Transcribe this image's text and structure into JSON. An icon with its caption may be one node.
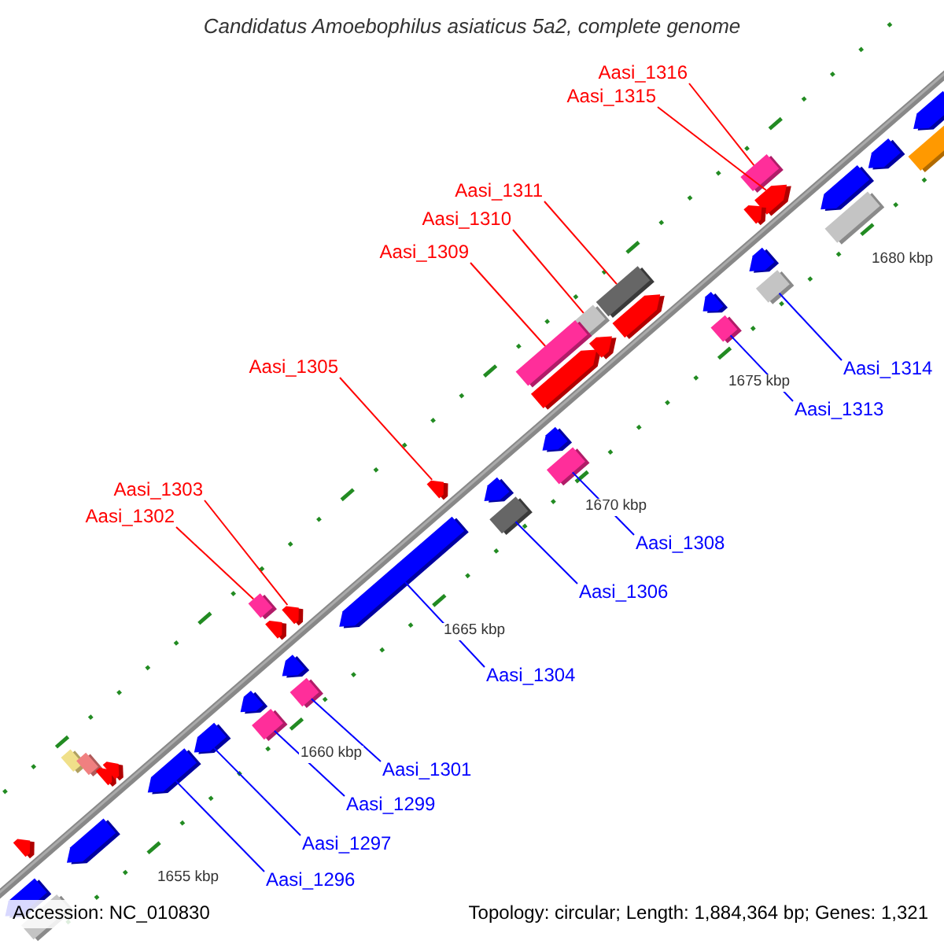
{
  "diagram": {
    "title": "Candidatus Amoebophilus asiaticus 5a2, complete genome",
    "nodes": [
      {
        "text": [
          "Aasi_1316"
        ]
      },
      {
        "text": [
          "Aasi_1315"
        ]
      },
      {
        "text": [
          "Aasi_1311"
        ]
      },
      {
        "text": [
          "Aasi_1310"
        ]
      },
      {
        "text": [
          "Aasi_1309"
        ]
      },
      {
        "text": [
          "Aasi_1314"
        ]
      },
      {
        "text": [
          "Aasi_1313"
        ]
      },
      {
        "text": [
          "Aasi_1305"
        ]
      },
      {
        "text": [
          "Aasi_1308"
        ]
      },
      {
        "text": [
          "Aasi_1303"
        ]
      },
      {
        "text": [
          "Aasi_1302"
        ]
      },
      {
        "text": [
          "Aasi_1306"
        ]
      },
      {
        "text": [
          "Aasi_1304"
        ]
      },
      {
        "text": [
          "Aasi_1301"
        ]
      },
      {
        "text": [
          "Aasi_1299"
        ]
      },
      {
        "text": [
          "Aasi_1297"
        ]
      },
      {
        "text": [
          "Aasi_1296"
        ]
      },
      {
        "text": [],
        "shape": "box"
      },
      {
        "text": [],
        "shape": "pentagon"
      },
      {
        "text": [],
        "shape": "box"
      },
      {
        "text": [],
        "shape": "box"
      },
      {
        "text": [],
        "shape": "box"
      },
      {
        "text": [],
        "shape": "box"
      },
      {
        "text": [],
        "shape": "box"
      },
      {
        "text": [],
        "shape": "pentagon"
      },
      {
        "text": [],
        "shape": "box"
      },
      {
        "text": [],
        "shape": "pentagon"
      },
      {
        "text": [],
        "shape": "box"
      },
      {
        "text": [],
        "shape": "box"
      },
      {
        "text": [],
        "shape": "pentagon"
      },
      {
        "text": [],
        "shape": "box"
      },
      {
        "text": [],
        "shape": "box"
      },
      {
        "text": [],
        "shape": "pentagon"
      },
      {
        "text": [],
        "shape": "pentagon"
      },
      {
        "text": [],
        "shape": "pentagon"
      },
      {
        "text": [],
        "shape": "box"
      },
      {
        "text": [],
        "shape": "pentagon"
      },
      {
        "text": [],
        "shape": "pentagon"
      },
      {
        "text": [],
        "shape": "box"
      },
      {
        "text": [],
        "shape": "box"
      },
      {
        "text": [],
        "shape": "pentagon"
      },
      {
        "text": [],
        "shape": "pentagon"
      },
      {
        "text": [],
        "shape": "pentagon"
      },
      {
        "text": [],
        "shape": "pentagon"
      },
      {
        "text": [],
        "shape": "pentagon"
      },
      {
        "text": [],
        "shape": "pentagon"
      },
      {
        "text": [],
        "shape": "pentagon"
      },
      {
        "text": [],
        "shape": "pentagon"
      },
      {
        "text": [],
        "shape": "pentagon"
      },
      {
        "text": [],
        "shape": "pentagon"
      },
      {
        "text": [],
        "shape": "pentagon"
      },
      {
        "text": [],
        "shape": "pentagon"
      },
      {
        "text": [],
        "shape": "pentagon"
      },
      {
        "text": [],
        "shape": "box"
      },
      {
        "text": [],
        "shape": "pentagon"
      },
      {
        "text": [],
        "shape": "pentagon"
      },
      {
        "text": [],
        "shape": "box"
      },
      {
        "text": [],
        "shape": "pentagon"
      }
    ],
    "edges": [
      {
        "from": 0,
        "to": 17,
        "arrow": "none",
        "color": "#ff0000"
      },
      {
        "from": 1,
        "to": 18,
        "arrow": "none",
        "color": "#ff0000"
      },
      {
        "from": 2,
        "to": 19,
        "arrow": "none",
        "color": "#ff0000"
      },
      {
        "from": 3,
        "to": 20,
        "arrow": "none",
        "color": "#ff0000"
      },
      {
        "from": 4,
        "to": 21,
        "arrow": "none",
        "color": "#ff0000"
      },
      {
        "from": 5,
        "to": 22,
        "arrow": "none"
      },
      {
        "from": 6,
        "to": 23,
        "arrow": "none"
      },
      {
        "from": 7,
        "to": 24,
        "arrow": "none",
        "color": "#ff0000"
      },
      {
        "from": 8,
        "to": 25,
        "arrow": "none"
      },
      {
        "from": 9,
        "to": 26,
        "arrow": "none",
        "color": "#ff0000"
      },
      {
        "from": 10,
        "to": 27,
        "arrow": "none",
        "color": "#ff0000"
      },
      {
        "from": 11,
        "to": 28,
        "arrow": "none"
      },
      {
        "from": 12,
        "to": 29,
        "arrow": "none"
      },
      {
        "from": 13,
        "to": 30,
        "arrow": "none"
      },
      {
        "from": 14,
        "to": 31,
        "arrow": "none"
      },
      {
        "from": 15,
        "to": 32,
        "arrow": "none"
      },
      {
        "from": 16,
        "to": 33,
        "arrow": "none"
      }
    ],
    "labels": [
      "1655 kbp",
      "1660 kbp",
      "1665 kbp",
      "1670 kbp",
      "1675 kbp",
      "1680 kbp",
      "Accession: NC_010830",
      "Topology: circular; Length: 1,884,364 bp; Genes: 1,321"
    ]
  }
}
